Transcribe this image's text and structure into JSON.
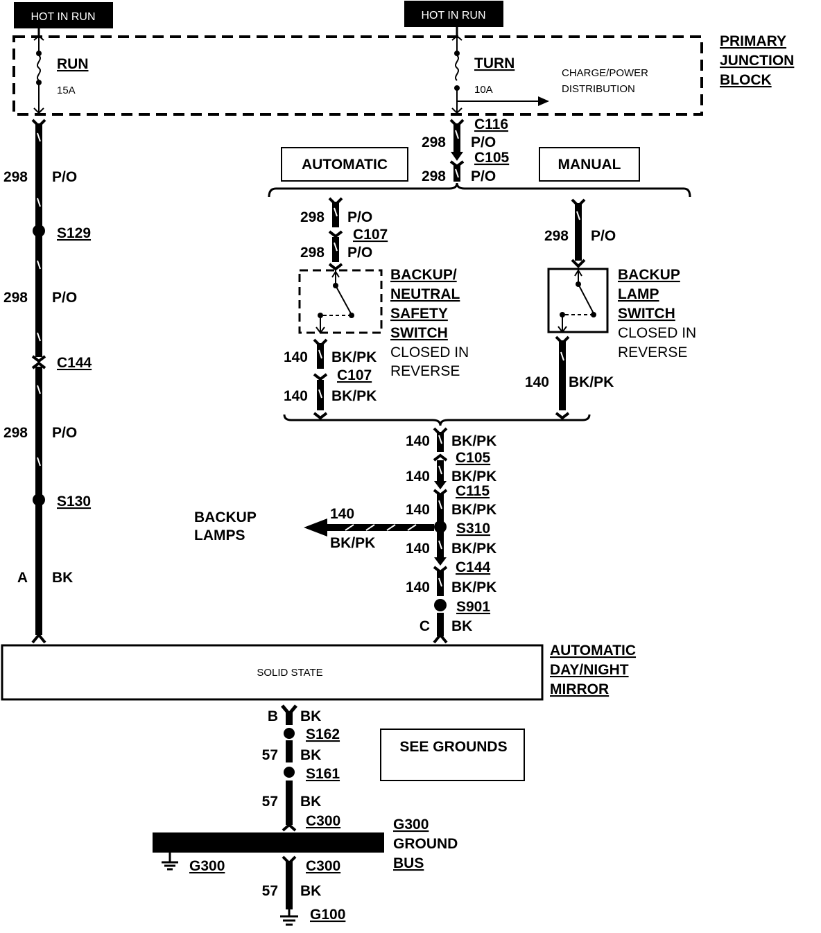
{
  "power_sources": [
    {
      "label": "HOT IN RUN"
    },
    {
      "label": "HOT IN RUN"
    }
  ],
  "junction_block": {
    "title_lines": [
      "PRIMARY",
      "JUNCTION",
      "BLOCK"
    ],
    "fuses": [
      {
        "name": "RUN",
        "rating": "15A"
      },
      {
        "name": "TURN",
        "rating": "10A"
      }
    ],
    "distribution_label_lines": [
      "CHARGE/POWER",
      "DISTRIBUTION"
    ]
  },
  "transmission_options": {
    "automatic": "AUTOMATIC",
    "manual": "MANUAL"
  },
  "left_circuit": {
    "segments": [
      {
        "circuit": "298",
        "color": "P/O"
      },
      {
        "circuit": "298",
        "color": "P/O"
      },
      {
        "circuit": "298",
        "color": "P/O"
      },
      {
        "circuit": "A",
        "color": "BK"
      }
    ],
    "nodes": [
      "S129",
      "C144",
      "S130"
    ]
  },
  "center_top": {
    "connectors": [
      "C116",
      "C105"
    ],
    "wires": [
      {
        "circuit": "298",
        "color": "P/O"
      },
      {
        "circuit": "298",
        "color": "P/O"
      }
    ]
  },
  "automatic_branch": {
    "wires_in": [
      {
        "circuit": "298",
        "color": "P/O"
      },
      {
        "circuit": "298",
        "color": "P/O"
      }
    ],
    "connector_in": "C107",
    "switch_lines": [
      "BACKUP/",
      "NEUTRAL",
      "SAFETY",
      "SWITCH"
    ],
    "switch_note_lines": [
      "CLOSED IN",
      "REVERSE"
    ],
    "wires_out": [
      {
        "circuit": "140",
        "color": "BK/PK"
      },
      {
        "circuit": "140",
        "color": "BK/PK"
      }
    ],
    "connector_out": "C107"
  },
  "manual_branch": {
    "wire_in": {
      "circuit": "298",
      "color": "P/O"
    },
    "switch_lines": [
      "BACKUP",
      "LAMP",
      "SWITCH"
    ],
    "switch_note_lines": [
      "CLOSED IN",
      "REVERSE"
    ],
    "wire_out": {
      "circuit": "140",
      "color": "BK/PK"
    }
  },
  "center_bottom": {
    "wires": [
      {
        "circuit": "140",
        "color": "BK/PK"
      },
      {
        "circuit": "140",
        "color": "BK/PK"
      },
      {
        "circuit": "140",
        "color": "BK/PK"
      },
      {
        "circuit": "140",
        "color": "BK/PK"
      },
      {
        "circuit": "140",
        "color": "BK/PK"
      }
    ],
    "connectors": [
      "C105",
      "C115",
      "S310",
      "C144",
      "S901"
    ],
    "mirror_pin": {
      "circuit": "C",
      "color": "BK"
    }
  },
  "backup_lamps": {
    "label_lines": [
      "BACKUP",
      "LAMPS"
    ],
    "circuit": "140",
    "color": "BK/PK"
  },
  "mirror": {
    "inner_label": "SOLID STATE",
    "title_lines": [
      "AUTOMATIC",
      "DAY/NIGHT",
      "MIRROR"
    ]
  },
  "ground_path": {
    "pin": {
      "circuit": "B",
      "color": "BK"
    },
    "splices": [
      "S162",
      "S161"
    ],
    "wires": [
      {
        "circuit": "57",
        "color": "BK"
      },
      {
        "circuit": "57",
        "color": "BK"
      },
      {
        "circuit": "57",
        "color": "BK"
      }
    ],
    "connector_top": "C300",
    "connector_bottom": "C300",
    "ground_left": "G300",
    "ground_bottom": "G100",
    "bus_lines": [
      "G300",
      "GROUND",
      "BUS"
    ],
    "see_grounds": "SEE GROUNDS"
  }
}
